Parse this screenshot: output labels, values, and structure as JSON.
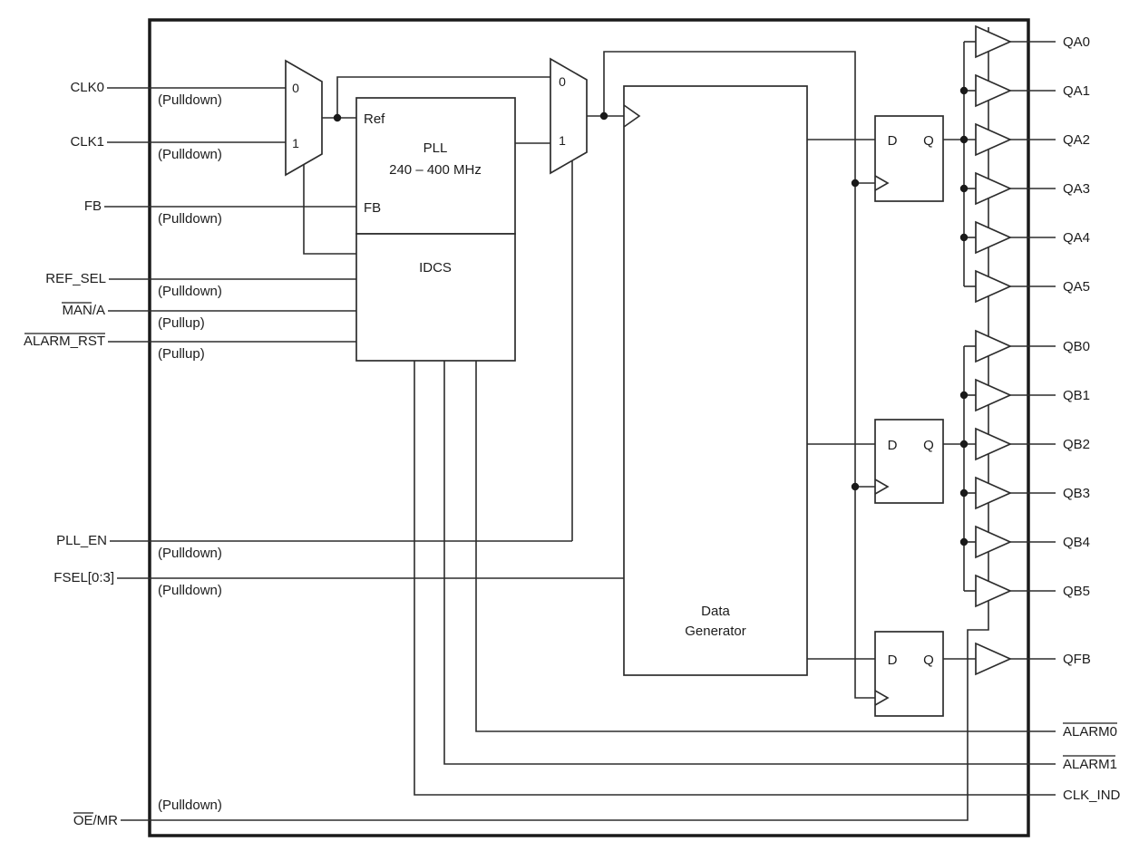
{
  "signals": {
    "clk0": "CLK0",
    "clk1": "CLK1",
    "fb": "FB",
    "ref_sel": "REF_SEL",
    "man_a": "MAN/A",
    "alarm_rst": "ALARM_RST",
    "pll_en": "PLL_EN",
    "fsel": "FSEL[0:3]",
    "oe_mr": "OE/MR",
    "qa0": "QA0",
    "qa1": "QA1",
    "qa2": "QA2",
    "qa3": "QA3",
    "qa4": "QA4",
    "qa5": "QA5",
    "qb0": "QB0",
    "qb1": "QB1",
    "qb2": "QB2",
    "qb3": "QB3",
    "qb4": "QB4",
    "qb5": "QB5",
    "qfb": "QFB",
    "alarm0": "ALARM0",
    "alarm1": "ALARM1",
    "clk_ind": "CLK_IND"
  },
  "notes": {
    "pulldown": "(Pulldown)",
    "pullup": "(Pullup)"
  },
  "blocks": {
    "pll_ref": "Ref",
    "pll_title": "PLL",
    "pll_range": "240 – 400 MHz",
    "pll_fb": "FB",
    "idcs": "IDCS",
    "datagen_line1": "Data",
    "datagen_line2": "Generator",
    "dff_d": "D",
    "dff_q": "Q"
  },
  "mux": {
    "in0": "0",
    "in1": "1"
  },
  "colors": {
    "line": "#2d2d2d",
    "background": "#ffffff"
  }
}
